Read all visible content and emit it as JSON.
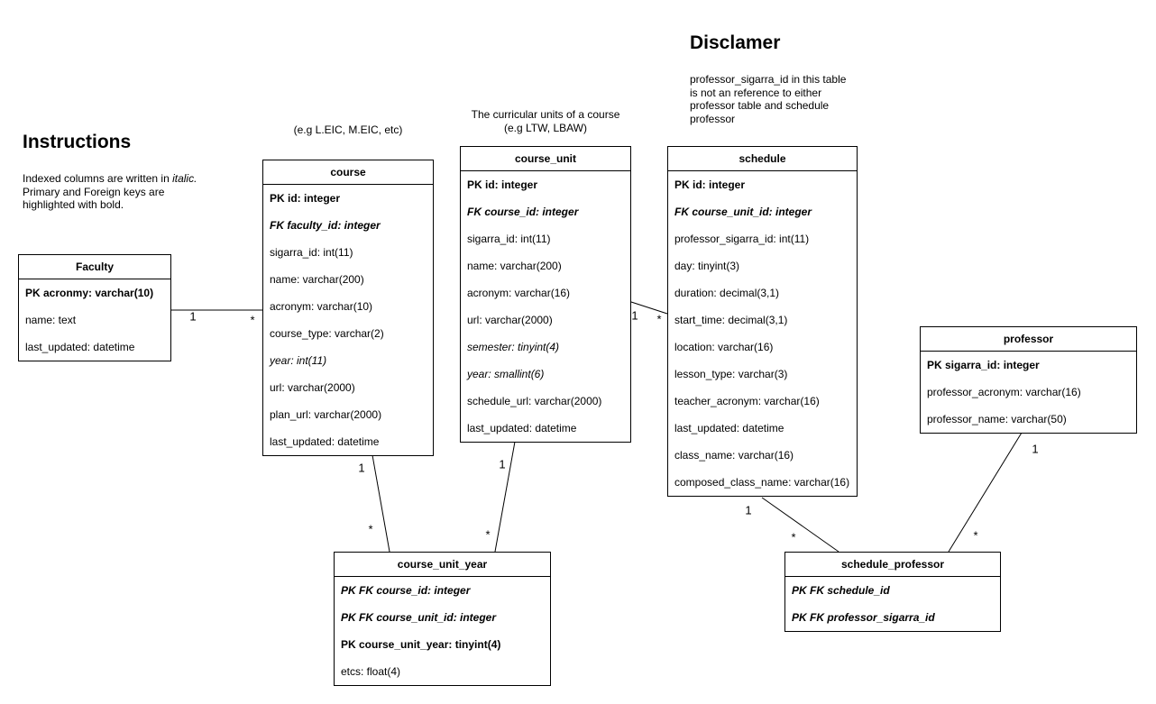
{
  "instructions": {
    "title": "Instructions",
    "line1_prefix": "Indexed columns are written in ",
    "line1_italic": "italic.",
    "rest": "Primary and Foreign keys are\nhighlighted with bold."
  },
  "disclaimer": {
    "title": "Disclamer",
    "body": "professor_sigarra_id in this table\nis not an reference to either\nprofessor table and schedule\nprofessor"
  },
  "notes": {
    "course": "(e.g L.EIC, M.EIC, etc)",
    "course_unit": "The curricular units of a course\n(e.g LTW, LBAW)"
  },
  "tables": {
    "faculty": {
      "title": "Faculty",
      "columns": [
        {
          "text": "PK acronmy: varchar(10)",
          "style": "bold"
        },
        {
          "text": "name: text",
          "style": "normal"
        },
        {
          "text": "last_updated: datetime",
          "style": "normal"
        }
      ]
    },
    "course": {
      "title": "course",
      "columns": [
        {
          "text": "PK id: integer",
          "style": "bold"
        },
        {
          "text": "FK faculty_id: integer",
          "style": "bolditalic"
        },
        {
          "text": "sigarra_id: int(11)",
          "style": "normal"
        },
        {
          "text": "name: varchar(200)",
          "style": "normal"
        },
        {
          "text": "acronym: varchar(10)",
          "style": "normal"
        },
        {
          "text": "course_type: varchar(2)",
          "style": "normal"
        },
        {
          "text": "year: int(11)",
          "style": "italic"
        },
        {
          "text": "url: varchar(2000)",
          "style": "normal"
        },
        {
          "text": "plan_url: varchar(2000)",
          "style": "normal"
        },
        {
          "text": "last_updated: datetime",
          "style": "normal"
        }
      ]
    },
    "course_unit": {
      "title": "course_unit",
      "columns": [
        {
          "text": "PK id: integer",
          "style": "bold"
        },
        {
          "text": "FK course_id: integer",
          "style": "bolditalic"
        },
        {
          "text": "sigarra_id: int(11)",
          "style": "normal"
        },
        {
          "text": "name: varchar(200)",
          "style": "normal"
        },
        {
          "text": "acronym: varchar(16)",
          "style": "normal"
        },
        {
          "text": "url: varchar(2000)",
          "style": "normal"
        },
        {
          "text": "semester: tinyint(4)",
          "style": "italic"
        },
        {
          "text": "year: smallint(6)",
          "style": "italic"
        },
        {
          "text": "schedule_url: varchar(2000)",
          "style": "normal"
        },
        {
          "text": "last_updated: datetime",
          "style": "normal"
        }
      ]
    },
    "schedule": {
      "title": "schedule",
      "columns": [
        {
          "text": "PK id: integer",
          "style": "bold"
        },
        {
          "text": "FK course_unit_id: integer",
          "style": "bolditalic"
        },
        {
          "text": "professor_sigarra_id: int(11)",
          "style": "normal"
        },
        {
          "text": "day: tinyint(3)",
          "style": "normal"
        },
        {
          "text": "duration: decimal(3,1)",
          "style": "normal"
        },
        {
          "text": "start_time: decimal(3,1)",
          "style": "normal"
        },
        {
          "text": "location: varchar(16)",
          "style": "normal"
        },
        {
          "text": "lesson_type: varchar(3)",
          "style": "normal"
        },
        {
          "text": "teacher_acronym: varchar(16)",
          "style": "normal"
        },
        {
          "text": "last_updated: datetime",
          "style": "normal"
        },
        {
          "text": "class_name: varchar(16)",
          "style": "normal"
        },
        {
          "text": "composed_class_name: varchar(16)",
          "style": "normal"
        }
      ]
    },
    "professor": {
      "title": "professor",
      "columns": [
        {
          "text": "PK sigarra_id: integer",
          "style": "bold"
        },
        {
          "text": "professor_acronym: varchar(16)",
          "style": "normal"
        },
        {
          "text": "professor_name: varchar(50)",
          "style": "normal"
        }
      ]
    },
    "course_unit_year": {
      "title": "course_unit_year",
      "columns": [
        {
          "text": "PK FK course_id: integer",
          "style": "bolditalic"
        },
        {
          "text": "PK FK course_unit_id: integer",
          "style": "bolditalic"
        },
        {
          "text": "PK course_unit_year: tinyint(4)",
          "style": "bold"
        },
        {
          "text": "etcs: float(4)",
          "style": "normal"
        }
      ]
    },
    "schedule_professor": {
      "title": "schedule_professor",
      "columns": [
        {
          "text": "PK FK schedule_id",
          "style": "bolditalic"
        },
        {
          "text": "PK FK professor_sigarra_id",
          "style": "bolditalic"
        }
      ]
    }
  },
  "connectors": {
    "faculty_course": {
      "one": "1",
      "many": "*"
    },
    "course_unit_schedule": {
      "one": "1",
      "many": "*"
    },
    "course_course_unit_year": {
      "one": "1",
      "many": "*"
    },
    "course_unit_course_unit_year": {
      "one": "1",
      "many": "*"
    },
    "schedule_schedule_professor": {
      "one": "1",
      "many": "*"
    },
    "professor_schedule_professor": {
      "one": "1",
      "many": "*"
    }
  }
}
